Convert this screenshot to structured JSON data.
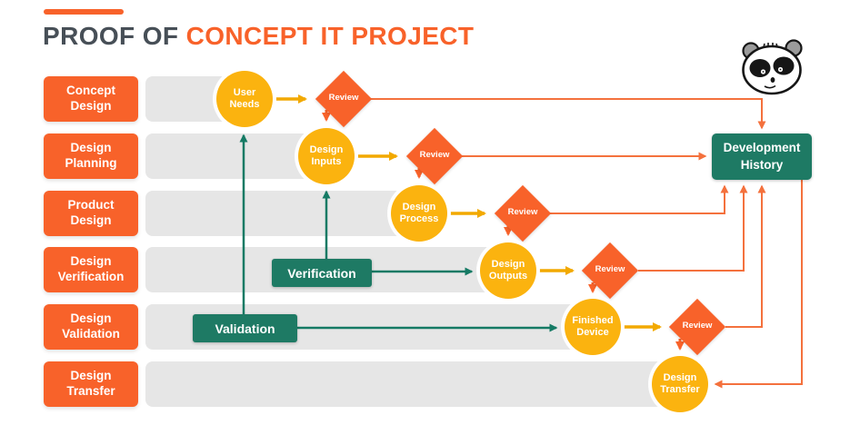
{
  "title": {
    "prefix": "PROOF OF ",
    "highlight": "CONCEPT IT PROJECT"
  },
  "lanes": [
    {
      "label": "Concept Design"
    },
    {
      "label": "Design Planning"
    },
    {
      "label": "Product Design"
    },
    {
      "label": "Design Verification"
    },
    {
      "label": "Design Validation"
    },
    {
      "label": "Design Transfer"
    }
  ],
  "process_nodes": [
    {
      "label": "User Needs"
    },
    {
      "label": "Design Inputs"
    },
    {
      "label": "Design Process"
    },
    {
      "label": "Design Outputs"
    },
    {
      "label": "Finished Device"
    },
    {
      "label": "Design Transfer"
    }
  ],
  "review_nodes": [
    {
      "label": "Review"
    },
    {
      "label": "Review"
    },
    {
      "label": "Review"
    },
    {
      "label": "Review"
    },
    {
      "label": "Review"
    }
  ],
  "control_nodes": {
    "verification": {
      "label": "Verification"
    },
    "validation": {
      "label": "Validation"
    },
    "development_history": {
      "label": "Development History"
    }
  },
  "colors": {
    "orange": "#f8622a",
    "orange_connector": "#f4713d",
    "yellow_node": "#fbb30f",
    "yellow_arrow": "#f2a900",
    "teal": "#1e7a64",
    "lane_gray": "#e6e6e6",
    "title_dark": "#474f57",
    "background": "#ffffff"
  },
  "icons": {
    "mascot": "panda-mascot-icon"
  }
}
